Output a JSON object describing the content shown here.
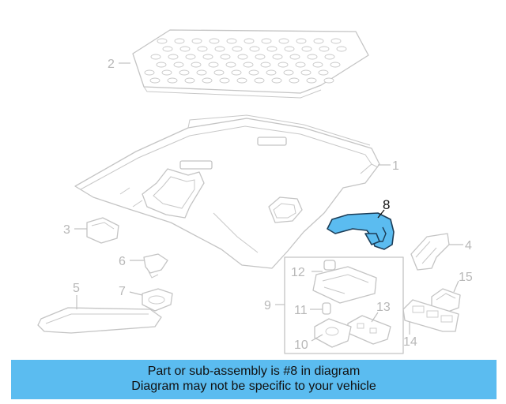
{
  "colors": {
    "highlight_fill": "#5bbcf0",
    "highlight_stroke": "#1c3d57",
    "banner_bg": "#5bbcf0",
    "line_gray": "#c4c4c4",
    "label_gray": "#b8b8b8"
  },
  "highlighted_part": "8",
  "callouts": {
    "c1": "1",
    "c2": "2",
    "c3": "3",
    "c4": "4",
    "c5": "5",
    "c6": "6",
    "c7": "7",
    "c8": "8",
    "c9": "9",
    "c10": "10",
    "c11": "11",
    "c12": "12",
    "c13": "13",
    "c14": "14",
    "c15": "15"
  },
  "banner": {
    "line1": "Part or sub-assembly is #8 in diagram",
    "line2": "Diagram may not be specific to your vehicle"
  }
}
